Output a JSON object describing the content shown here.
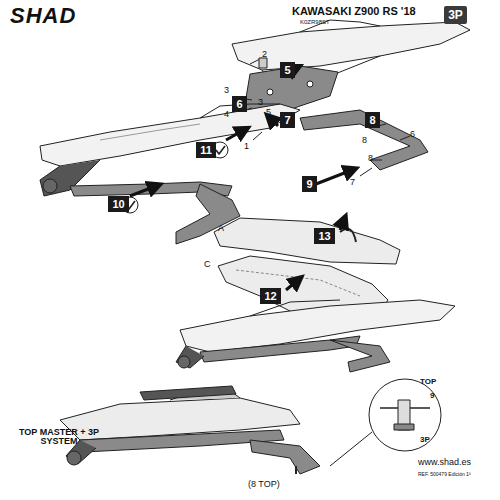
{
  "diagram": {
    "title": "KAWASAKI Z900 RS '18",
    "nodes": [
      {
        "text": [
          "3P"
        ]
      },
      {
        "text": [
          "5"
        ]
      },
      {
        "text": [
          "6"
        ]
      },
      {
        "text": [
          "7"
        ]
      },
      {
        "text": [
          "8"
        ]
      },
      {
        "text": [
          "11"
        ]
      },
      {
        "text": [
          "9"
        ]
      },
      {
        "text": [
          "10"
        ]
      },
      {
        "text": [
          "13"
        ]
      },
      {
        "text": [
          "12"
        ]
      }
    ],
    "labels": [
      "SHAD",
      "K0ZR98ST",
      "2",
      "3",
      "4",
      "3",
      "5",
      "1",
      "6",
      "8",
      "8",
      "7",
      "A",
      "C",
      "TOP MASTER + 3P SYSTEM",
      "TOP",
      "9",
      "3P",
      "(8 TOP)",
      "www.shad.es",
      "REF. 500479 Edición 1ª"
    ]
  }
}
